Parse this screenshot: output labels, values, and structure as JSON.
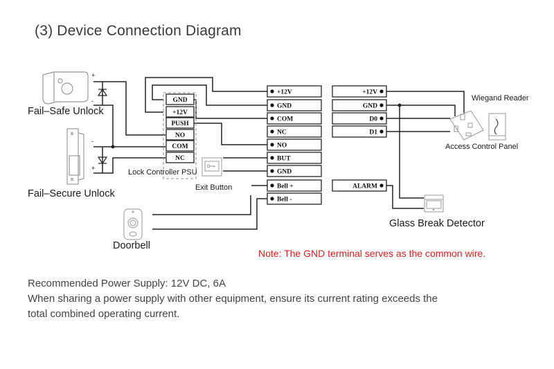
{
  "title": "(3)  Device Connection Diagram",
  "devices": {
    "fail_safe_lock": "Fail–Safe Unlock",
    "fail_secure_lock": "Fail–Secure Unlock",
    "doorbell": "Doorbell",
    "lock_controller_psu": "Lock Controller PSU",
    "exit_button": "Exit Button",
    "wiegand_reader": "Wiegand Reader",
    "access_control_panel": "Access Control Panel",
    "glass_break_detector": "Glass Break Detector"
  },
  "polarity": {
    "plus": "+",
    "minus": "-"
  },
  "psu_terminals": [
    "GND",
    "+12V",
    "PUSH",
    "NO",
    "COM",
    "NC"
  ],
  "controller_left_terminals": [
    "+12V",
    "GND",
    "COM",
    "NC",
    "NO",
    "BUT",
    "GND",
    "Bell +",
    "Bell -"
  ],
  "controller_right_terminals": [
    "+12V",
    "GND",
    "D0",
    "D1",
    "ALARM"
  ],
  "note": "Note: The GND terminal serves as the common wire.",
  "info": {
    "line1": "Recommended Power Supply: 12V DC, 6A",
    "line2": "When sharing a power supply with other equipment, ensure its current rating exceeds the",
    "line3": "total combined operating current."
  },
  "colors": {
    "note": "#e01e1e",
    "wire": "#222222",
    "text": "#333333"
  }
}
